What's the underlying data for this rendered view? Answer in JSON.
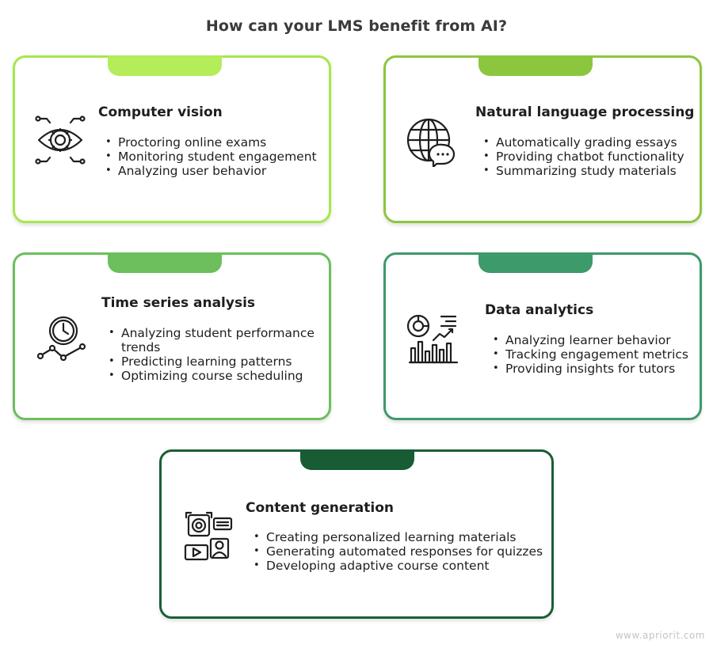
{
  "title": "How can your LMS benefit from AI?",
  "cards": [
    {
      "title": "Computer vision",
      "icon": "eye-icon",
      "accent": "#a5e84a",
      "tab_color": "#b4ec5a",
      "items": [
        "Proctoring online exams",
        "Monitoring student engagement",
        "Analyzing user behavior"
      ]
    },
    {
      "title": "Natural language processing",
      "icon": "globe-chat-icon",
      "accent": "#8cc63f",
      "tab_color": "#8cc63f",
      "items": [
        "Automatically grading essays",
        "Providing chatbot functionality",
        "Summarizing study materials"
      ]
    },
    {
      "title": "Time series analysis",
      "icon": "clock-graph-icon",
      "accent": "#6cbf5c",
      "tab_color": "#6cbf5c",
      "items": [
        "Analyzing student performance trends",
        "Predicting learning patterns",
        "Optimizing course scheduling"
      ]
    },
    {
      "title": "Data analytics",
      "icon": "analytics-icon",
      "accent": "#3d9a6a",
      "tab_color": "#3d9a6a",
      "items": [
        "Analyzing learner behavior",
        "Tracking engagement metrics",
        "Providing insights for tutors"
      ]
    },
    {
      "title": "Content generation",
      "icon": "media-content-icon",
      "accent": "#1b5e36",
      "tab_color": "#175c34",
      "items": [
        "Creating personalized learning materials",
        "Generating automated responses for quizzes",
        "Developing adaptive course content"
      ]
    }
  ],
  "footer": "www.apriorit.com"
}
